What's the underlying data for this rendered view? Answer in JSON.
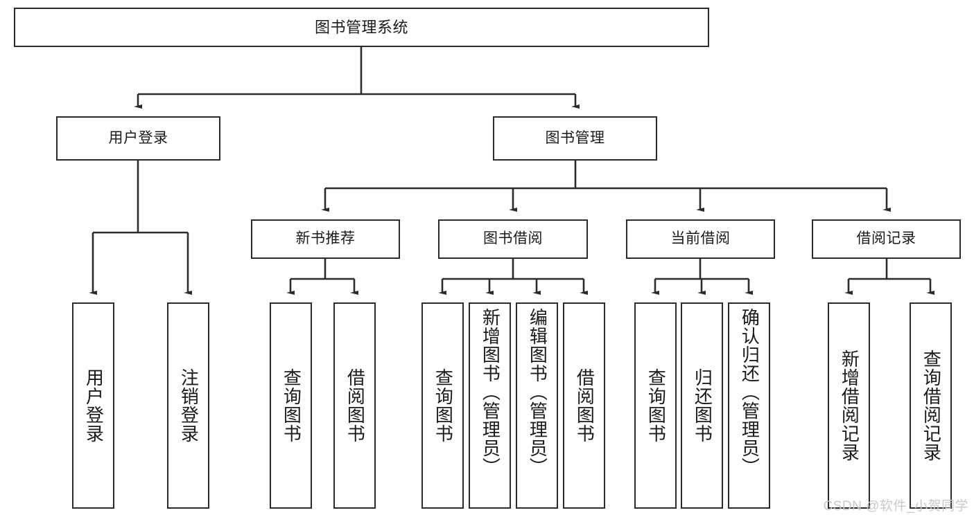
{
  "diagram": {
    "type": "tree-hierarchy",
    "title": "图书管理系统",
    "watermark": "CSDN @软件_小贺同学",
    "colors": {
      "box_border": "#2b2b2b",
      "box_fill": "#ffffff",
      "connector": "#2b2b2b",
      "text": "#1a1a1a",
      "watermark": "#c9c9c9"
    },
    "levels": {
      "root": {
        "label": "图书管理系统"
      },
      "level2": [
        {
          "id": "user-login",
          "label": "用户登录"
        },
        {
          "id": "book-manage",
          "label": "图书管理"
        }
      ],
      "level3": [
        {
          "id": "new-book-rec",
          "label": "新书推荐"
        },
        {
          "id": "book-borrow",
          "label": "图书借阅"
        },
        {
          "id": "current-borrow",
          "label": "当前借阅"
        },
        {
          "id": "borrow-record",
          "label": "借阅记录"
        }
      ],
      "leaves": {
        "user-login": [
          {
            "id": "leaf-user-login",
            "label": "用户登录"
          },
          {
            "id": "leaf-logout",
            "label": "注销登录"
          }
        ],
        "new-book-rec": [
          {
            "id": "leaf-query-book-1",
            "label": "查询图书"
          },
          {
            "id": "leaf-borrow-book-1",
            "label": "借阅图书"
          }
        ],
        "book-borrow": [
          {
            "id": "leaf-query-book-2",
            "label": "查询图书"
          },
          {
            "id": "leaf-add-book",
            "label": "新增图书（管理员）"
          },
          {
            "id": "leaf-edit-book",
            "label": "编辑图书（管理员）"
          },
          {
            "id": "leaf-borrow-book-2",
            "label": "借阅图书"
          }
        ],
        "current-borrow": [
          {
            "id": "leaf-query-book-3",
            "label": "查询图书"
          },
          {
            "id": "leaf-return-book",
            "label": "归还图书"
          },
          {
            "id": "leaf-confirm-return",
            "label": "确认归还（管理员）"
          }
        ],
        "borrow-record": [
          {
            "id": "leaf-add-record",
            "label": "新增借阅记录"
          },
          {
            "id": "leaf-query-record",
            "label": "查询借阅记录"
          }
        ]
      }
    }
  }
}
